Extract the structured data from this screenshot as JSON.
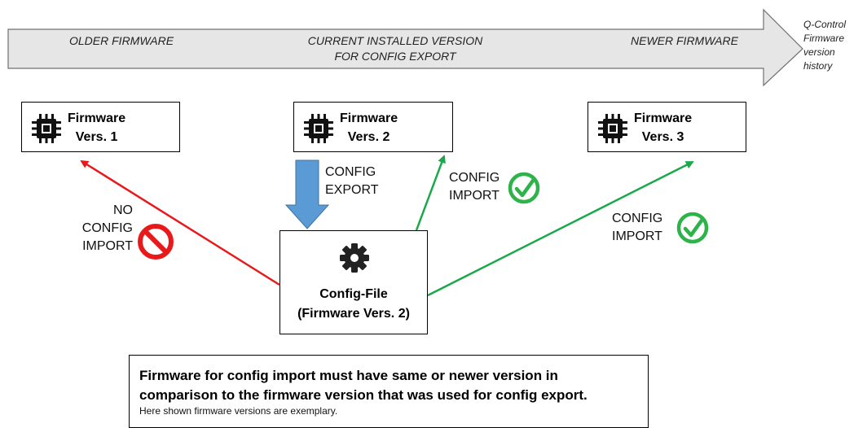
{
  "timeline": {
    "older": "OLDER FIRMWARE",
    "current_line1": "CURRENT INSTALLED VERSION",
    "current_line2": "FOR CONFIG EXPORT",
    "newer": "NEWER FIRMWARE",
    "history": [
      "Q-Control",
      "Firmware",
      "version",
      "history"
    ]
  },
  "firmware_boxes": [
    {
      "line1": "Firmware",
      "line2": "Vers. 1",
      "icon": "chip-icon"
    },
    {
      "line1": "Firmware",
      "line2": "Vers. 2",
      "icon": "chip-icon"
    },
    {
      "line1": "Firmware",
      "line2": "Vers. 3",
      "icon": "chip-icon"
    }
  ],
  "config_file": {
    "icon": "gear-icon",
    "line1": "Config-File",
    "line2": "(Firmware Vers. 2)"
  },
  "labels": {
    "export": [
      "CONFIG",
      "EXPORT"
    ],
    "no_import": [
      "NO",
      "CONFIG",
      "IMPORT"
    ],
    "import_v2": [
      "CONFIG",
      "IMPORT"
    ],
    "import_v3": [
      "CONFIG",
      "IMPORT"
    ]
  },
  "note": {
    "main_line1": "Firmware for config import must have same or newer version in",
    "main_line2": "comparison to the firmware version that was used for config export.",
    "sub": "Here shown firmware versions are exemplary."
  },
  "colors": {
    "band_fill": "#e6e6e6",
    "forbidden": "#e8191b",
    "allowed": "#1aa84a",
    "export_arrow": "#5b9bd5",
    "check": "#2db34a"
  }
}
